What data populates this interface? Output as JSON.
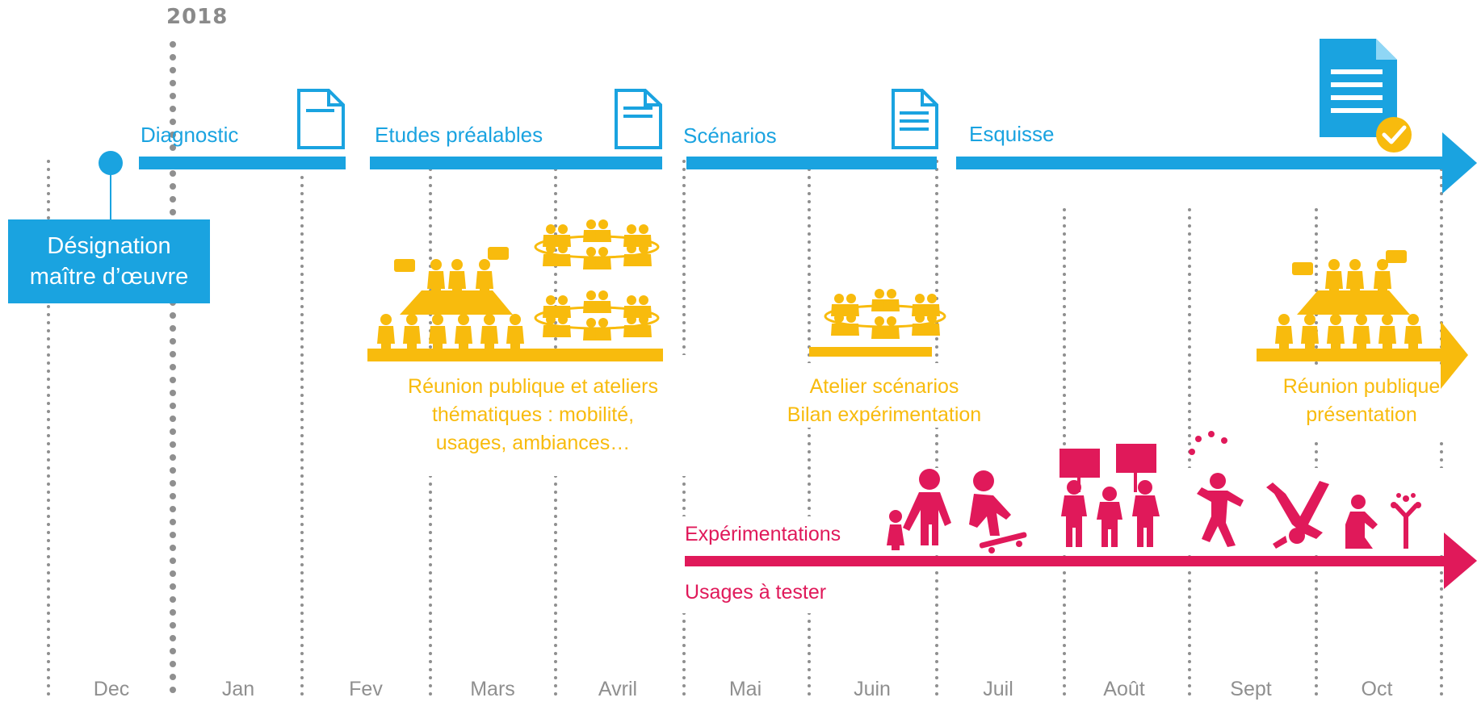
{
  "year": "2018",
  "months": [
    "Dec",
    "Jan",
    "Fev",
    "Mars",
    "Avril",
    "Mai",
    "Juin",
    "Juil",
    "Août",
    "Sept",
    "Oct"
  ],
  "designation": {
    "line1": "Désignation",
    "line2": "maître d’œuvre"
  },
  "phases": {
    "diagnostic": "Diagnostic",
    "etudes": "Etudes préalables",
    "scenarios": "Scénarios",
    "esquisse": "Esquisse"
  },
  "meetings": {
    "m1": [
      "Réunion publique et ateliers",
      "thématiques : mobilité,",
      "usages, ambiances…"
    ],
    "m2": [
      "Atelier scénarios",
      "Bilan expérimentation"
    ],
    "m3": [
      "Réunion publique",
      "présentation"
    ]
  },
  "experiments": {
    "title": "Expérimentations",
    "subtitle": "Usages à tester"
  },
  "colors": {
    "blue": "#1aa3e0",
    "yellow": "#f8bb0d",
    "red": "#e0195a",
    "dots": "#8f8f8f",
    "check": "#f8bb0d"
  }
}
